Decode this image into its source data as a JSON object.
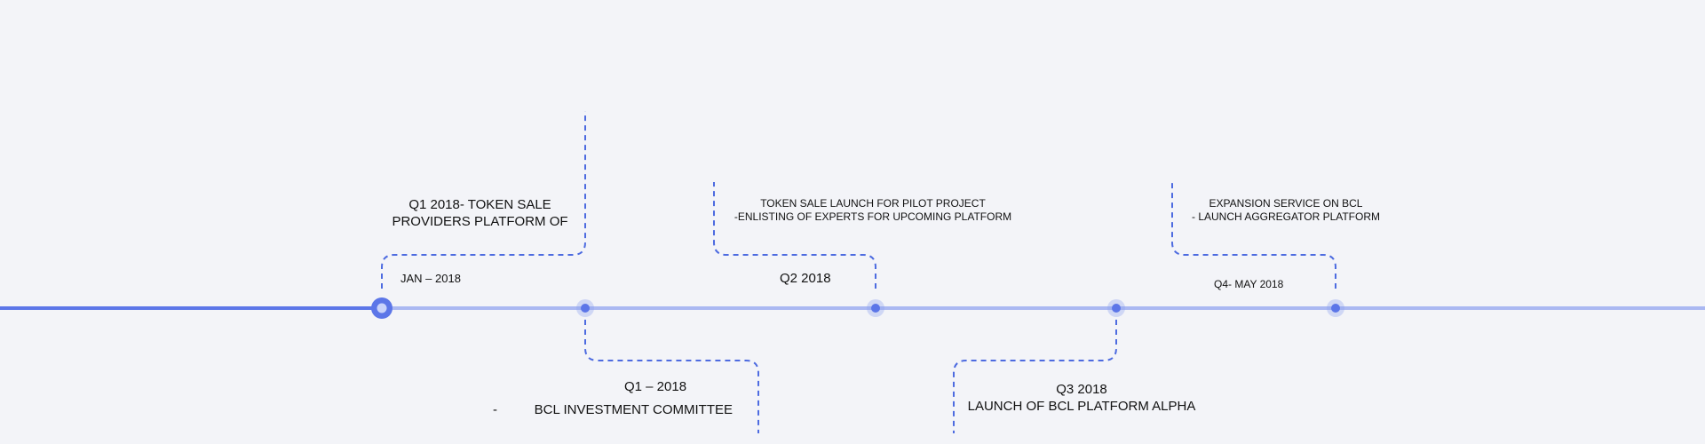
{
  "colors": {
    "background": "#f3f4f8",
    "progress_line": "#5c76e8",
    "future_line": "#aab8f2",
    "dashed_connector": "#4d6be0",
    "node_fill": "#8da0f0",
    "node_active": "#5c76e8",
    "text": "#111111"
  },
  "milestones": [
    {
      "id": "m1",
      "active": true,
      "date_label": "JAN – 2018",
      "side": "above",
      "lines": [
        "Q1 2018- TOKEN SALE",
        "PROVIDERS PLATFORM OF"
      ]
    },
    {
      "id": "m2",
      "active": false,
      "date_label": "",
      "side": "below",
      "lines": [
        "Q1 – 2018",
        "-          BCL INVESTMENT COMMITTEE"
      ]
    },
    {
      "id": "m3",
      "active": false,
      "date_label": "Q2 2018",
      "side": "above",
      "lines": [
        "TOKEN SALE LAUNCH FOR PILOT PROJECT",
        "-ENLISTING OF EXPERTS FOR UPCOMING PLATFORM"
      ]
    },
    {
      "id": "m4",
      "active": false,
      "date_label": "",
      "side": "below",
      "lines": [
        "Q3 2018",
        "LAUNCH OF BCL PLATFORM ALPHA"
      ]
    },
    {
      "id": "m5",
      "active": false,
      "date_label": "Q4- MAY 2018",
      "side": "above",
      "lines": [
        "EXPANSION SERVICE ON BCL",
        "- LAUNCH AGGREGATOR PLATFORM"
      ]
    }
  ]
}
